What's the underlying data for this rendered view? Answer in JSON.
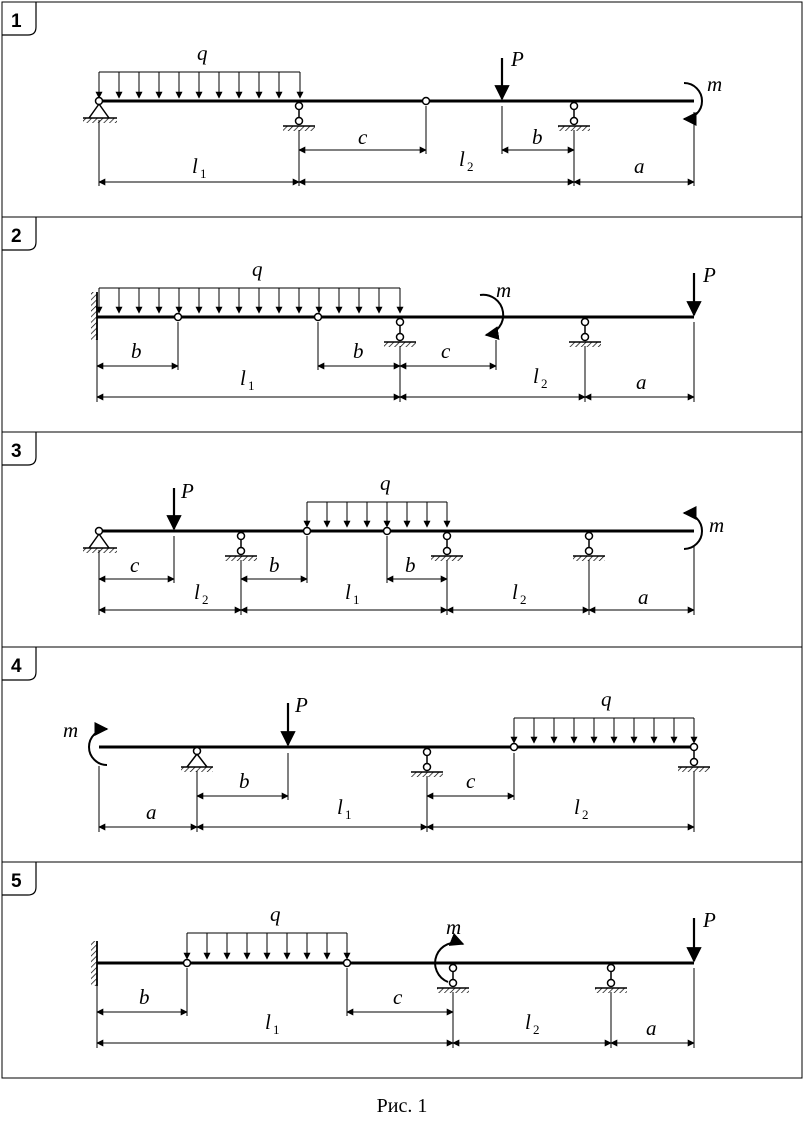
{
  "caption": "Рис. 1",
  "panels": [
    {
      "number": "1",
      "labels": {
        "q": "q",
        "P": "P",
        "m": "m",
        "c": "c",
        "b": "b",
        "l1": "l",
        "l1_sub": "1",
        "l2": "l",
        "l2_sub": "2",
        "a": "a"
      }
    },
    {
      "number": "2",
      "labels": {
        "q": "q",
        "P": "P",
        "m": "m",
        "b1": "b",
        "b2": "b",
        "c": "c",
        "l1": "l",
        "l1_sub": "1",
        "l2": "l",
        "l2_sub": "2",
        "a": "a"
      }
    },
    {
      "number": "3",
      "labels": {
        "q": "q",
        "P": "P",
        "m": "m",
        "c": "c",
        "b1": "b",
        "b2": "b",
        "l2a": "l",
        "l2a_sub": "2",
        "l1": "l",
        "l1_sub": "1",
        "l2b": "l",
        "l2b_sub": "2",
        "a": "a"
      }
    },
    {
      "number": "4",
      "labels": {
        "q": "q",
        "P": "P",
        "m": "m",
        "a": "a",
        "b": "b",
        "c": "c",
        "l1": "l",
        "l1_sub": "1",
        "l2": "l",
        "l2_sub": "2"
      }
    },
    {
      "number": "5",
      "labels": {
        "q": "q",
        "P": "P",
        "m": "m",
        "b": "b",
        "c": "c",
        "l1": "l",
        "l1_sub": "1",
        "l2": "l",
        "l2_sub": "2",
        "a": "a"
      }
    }
  ]
}
